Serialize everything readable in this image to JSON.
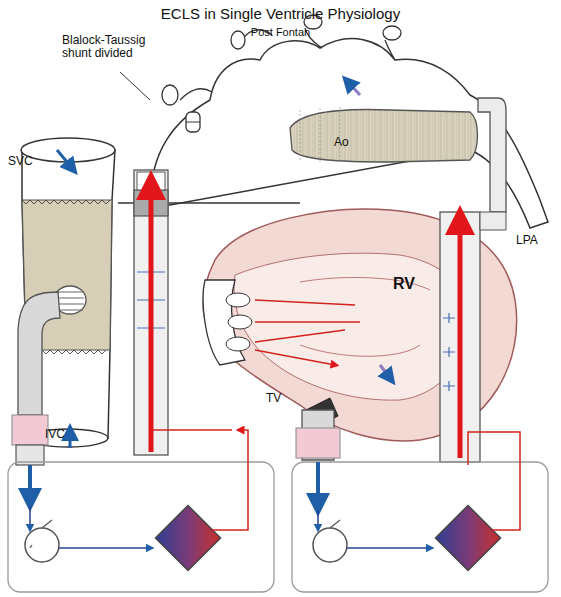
{
  "diagram": {
    "title": "ECLS in Single Ventricle Physiology",
    "labels": [
      "Post Fontan",
      "Blalock-Taussig shunt divided",
      "SVC",
      "Ao",
      "LPA",
      "RV",
      "TV",
      "IVC"
    ]
  }
}
